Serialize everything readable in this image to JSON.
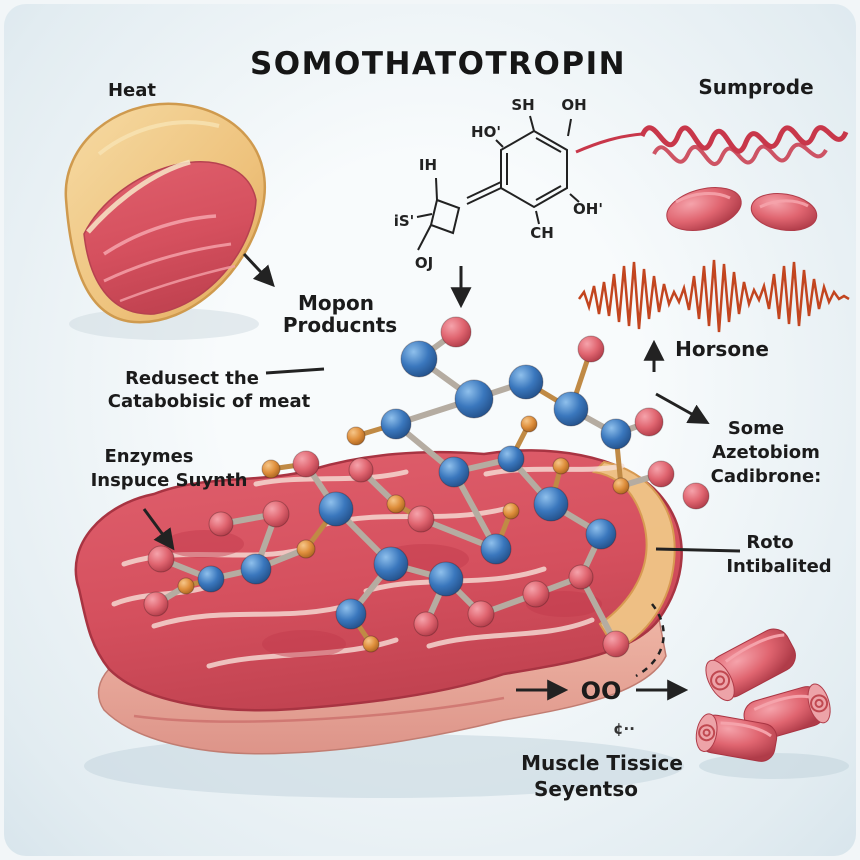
{
  "title": "SOMOTHATOTROPIN",
  "labels": {
    "heat": "Heat",
    "sumprode": "Sumprode",
    "mopon": [
      "Mopon",
      "Producnts"
    ],
    "horsone": "Horsone",
    "redusect": [
      "Redusect the",
      "Catabobisic of meat"
    ],
    "enzymes": [
      "Enzymes",
      "Inspuce Suynth"
    ],
    "azetobiom": [
      "Some",
      "Azetobiom",
      "Cadibrone:"
    ],
    "roto": [
      "Roto",
      "Intibalited"
    ],
    "oo": "OO",
    "mark": "¢··",
    "muscle": [
      "Muscle Tissice",
      "Seyentso"
    ]
  },
  "chem": {
    "sh": "SH",
    "oh_top": "OH",
    "ho": "HO'",
    "oh_right": "OH'",
    "ch": "CH",
    "ih": "IH",
    "is": "iS'",
    "oj": "OJ"
  },
  "colors": {
    "background": "#e4edf2",
    "meat_red": "#d6505e",
    "fat": "#efc47e",
    "molecule_blue": "#2f6fb5",
    "molecule_red": "#e06570",
    "molecule_orange": "#df8f3c",
    "wave_red": "#c8374a",
    "wave_orange": "#c2451f",
    "text": "#1b1b1b"
  }
}
